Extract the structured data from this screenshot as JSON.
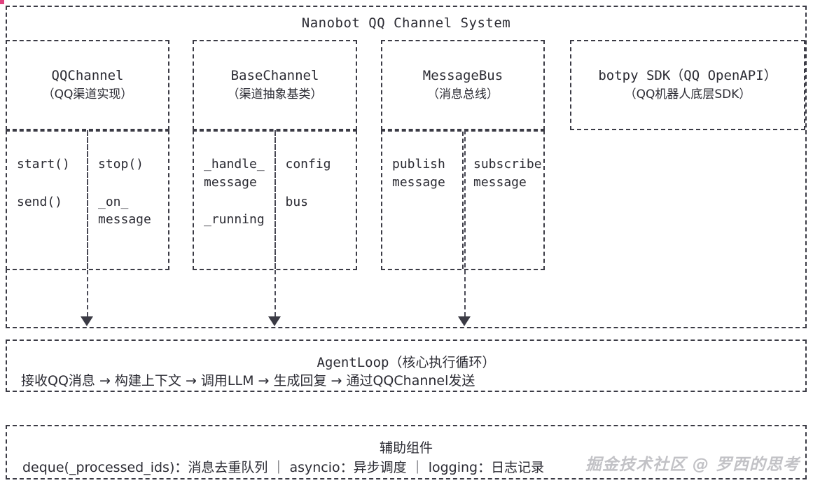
{
  "diagram": {
    "system": {
      "title": "Nanobot QQ Channel System"
    },
    "components": [
      {
        "name": "QQChannel",
        "subtitle": "（QQ渠道实现）",
        "methods_left": [
          "start()",
          "send()"
        ],
        "methods_right": [
          "stop()",
          "_on_\nmessage"
        ]
      },
      {
        "name": "BaseChannel",
        "subtitle": "（渠道抽象基类）",
        "methods_left": [
          "_handle_\nmessage",
          "_running"
        ],
        "methods_right": [
          "config",
          "bus"
        ]
      },
      {
        "name": "MessageBus",
        "subtitle": "（消息总线）",
        "methods_left": [
          "publish\nmessage"
        ],
        "methods_right": [
          "subscribe\nmessage"
        ]
      },
      {
        "name": "botpy SDK（QQ OpenAPI）",
        "subtitle": "（QQ机器人底层SDK）",
        "methods_left": [],
        "methods_right": []
      }
    ],
    "agent_loop": {
      "title": "AgentLoop（核心执行循环）",
      "flow": "接收QQ消息 → 构建上下文 → 调用LLM → 生成回复 → 通过QQChannel发送"
    },
    "helpers": {
      "title": "辅助组件",
      "items": "deque(_processed_ids)：消息去重队列 ｜ asyncio：异步调度 ｜ logging：日志记录"
    },
    "watermark": "掘金技术社区 @ 罗西的思考",
    "colors": {
      "stroke": "#3b3b45",
      "text": "#2b2b33",
      "background": "#ffffff",
      "artifact": "#e0437f"
    }
  }
}
